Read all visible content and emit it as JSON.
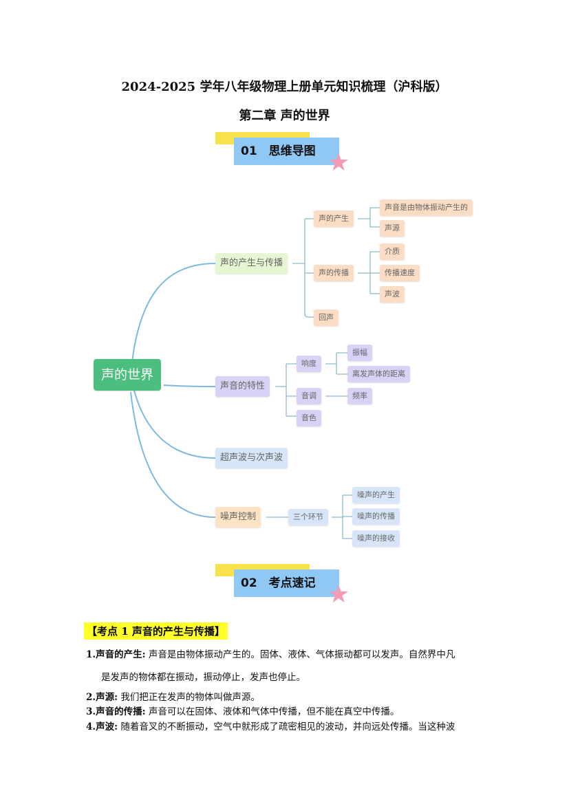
{
  "doc_title": "2024-2025 学年八年级物理上册单元知识梳理（沪科版）",
  "chapter": "第二章 声的世界",
  "section1": "01　思维导图",
  "section2": "02　考点速记",
  "mindmap": {
    "root": "声的世界",
    "b1": {
      "label": "声的产生与传播",
      "c1": "声的产生",
      "c1a": "声音是由物体振动产生的",
      "c1b": "声源",
      "c2": "声的传播",
      "c2a": "介质",
      "c2b": "传播速度",
      "c2c": "声波",
      "c3": "回声"
    },
    "b2": {
      "label": "声音的特性",
      "c1": "响度",
      "c1a": "振幅",
      "c1b": "离发声体的距离",
      "c2": "音调",
      "c2a": "频率",
      "c3": "音色"
    },
    "b3": {
      "label": "超声波与次声波"
    },
    "b4": {
      "label": "噪声控制",
      "c1": "三个环节",
      "c1a": "噪声的产生",
      "c1b": "噪声的传播",
      "c1c": "噪声的接收"
    }
  },
  "kaodian": {
    "heading": "【考点 1  声音的产生与传播】",
    "items": [
      {
        "term": "1.声音的产生:",
        "text": " 声音是由物体振动产生的。固体、液体、气体振动都可以发声。自然界中凡",
        "cont": "是发声的物体都在振动，振动停止，发声也停止。"
      },
      {
        "term": "2.声源:",
        "text": " 我们把正在发声的物体叫做声源。"
      },
      {
        "term": "3.声音的传播:",
        "text": " 声音可以在固体、液体和气体中传播，但不能在真空中传播。"
      },
      {
        "term": "4.声波:",
        "text": " 随着音叉的不断振动，空气中就形成了疏密相见的波动，并向远处传播。当这种波"
      }
    ]
  }
}
